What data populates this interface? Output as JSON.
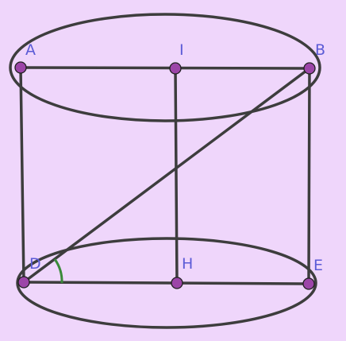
{
  "figure": {
    "labels": {
      "A": "A",
      "I": "I",
      "B": "B",
      "D": "D",
      "H": "H",
      "E": "E"
    },
    "colors": {
      "background": "#efd6fb",
      "stroke": "#3d3d3d",
      "point": "#9c45a8",
      "label": "#5b5bd6",
      "angle_mark": "#3a8a3a"
    }
  }
}
